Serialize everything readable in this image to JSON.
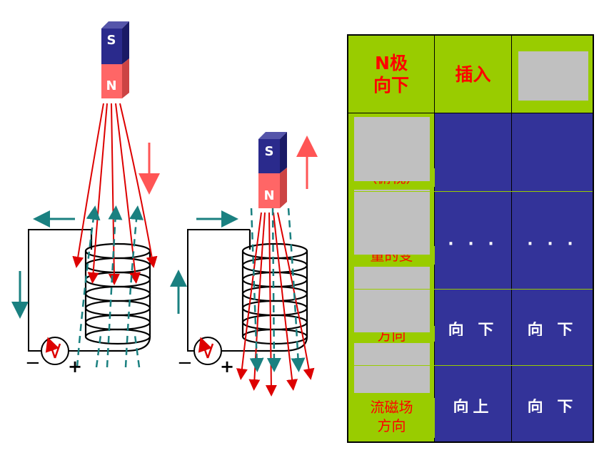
{
  "magnets": {
    "left": {
      "top_pole": "S",
      "bottom_pole": "N"
    },
    "right": {
      "top_pole": "S",
      "bottom_pole": "N"
    }
  },
  "galvanometers": {
    "left": {
      "minus": "−",
      "plus": "+"
    },
    "right": {
      "minus": "−",
      "plus": "+"
    }
  },
  "table": {
    "header": {
      "col1": "N极\n向下",
      "col2": "插入",
      "col3": ""
    },
    "rows": [
      {
        "label": "（俯视）",
        "col2": "",
        "col3": ""
      },
      {
        "label": "量的变",
        "col2": "·  ·  ·",
        "col3": "·  ·  ·"
      },
      {
        "label": "方向",
        "col2": "向 下",
        "col3": "向 下"
      },
      {
        "label": "流磁场\n方向",
        "col2": "向上",
        "col3": "向 下"
      }
    ]
  },
  "colors": {
    "magnet_south": "#2a2a8c",
    "magnet_north": "#ff6666",
    "field_lines": "#dd0000",
    "teal_arrows": "#1a8080",
    "table_green": "#99cc00",
    "table_blue": "#333399",
    "table_red_text": "#ff0000"
  }
}
